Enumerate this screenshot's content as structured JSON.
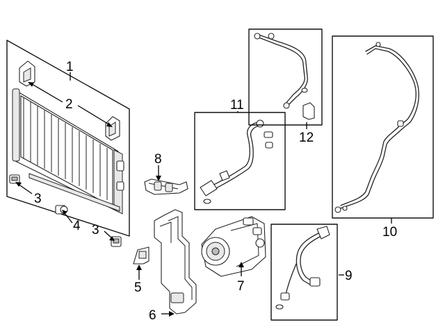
{
  "callouts": {
    "c1": "1",
    "c2": "2",
    "c3a": "3",
    "c3b": "3",
    "c4": "4",
    "c5": "5",
    "c6": "6",
    "c7": "7",
    "c8": "8",
    "c9": "9",
    "c10": "10",
    "c11": "11",
    "c12": "12"
  }
}
